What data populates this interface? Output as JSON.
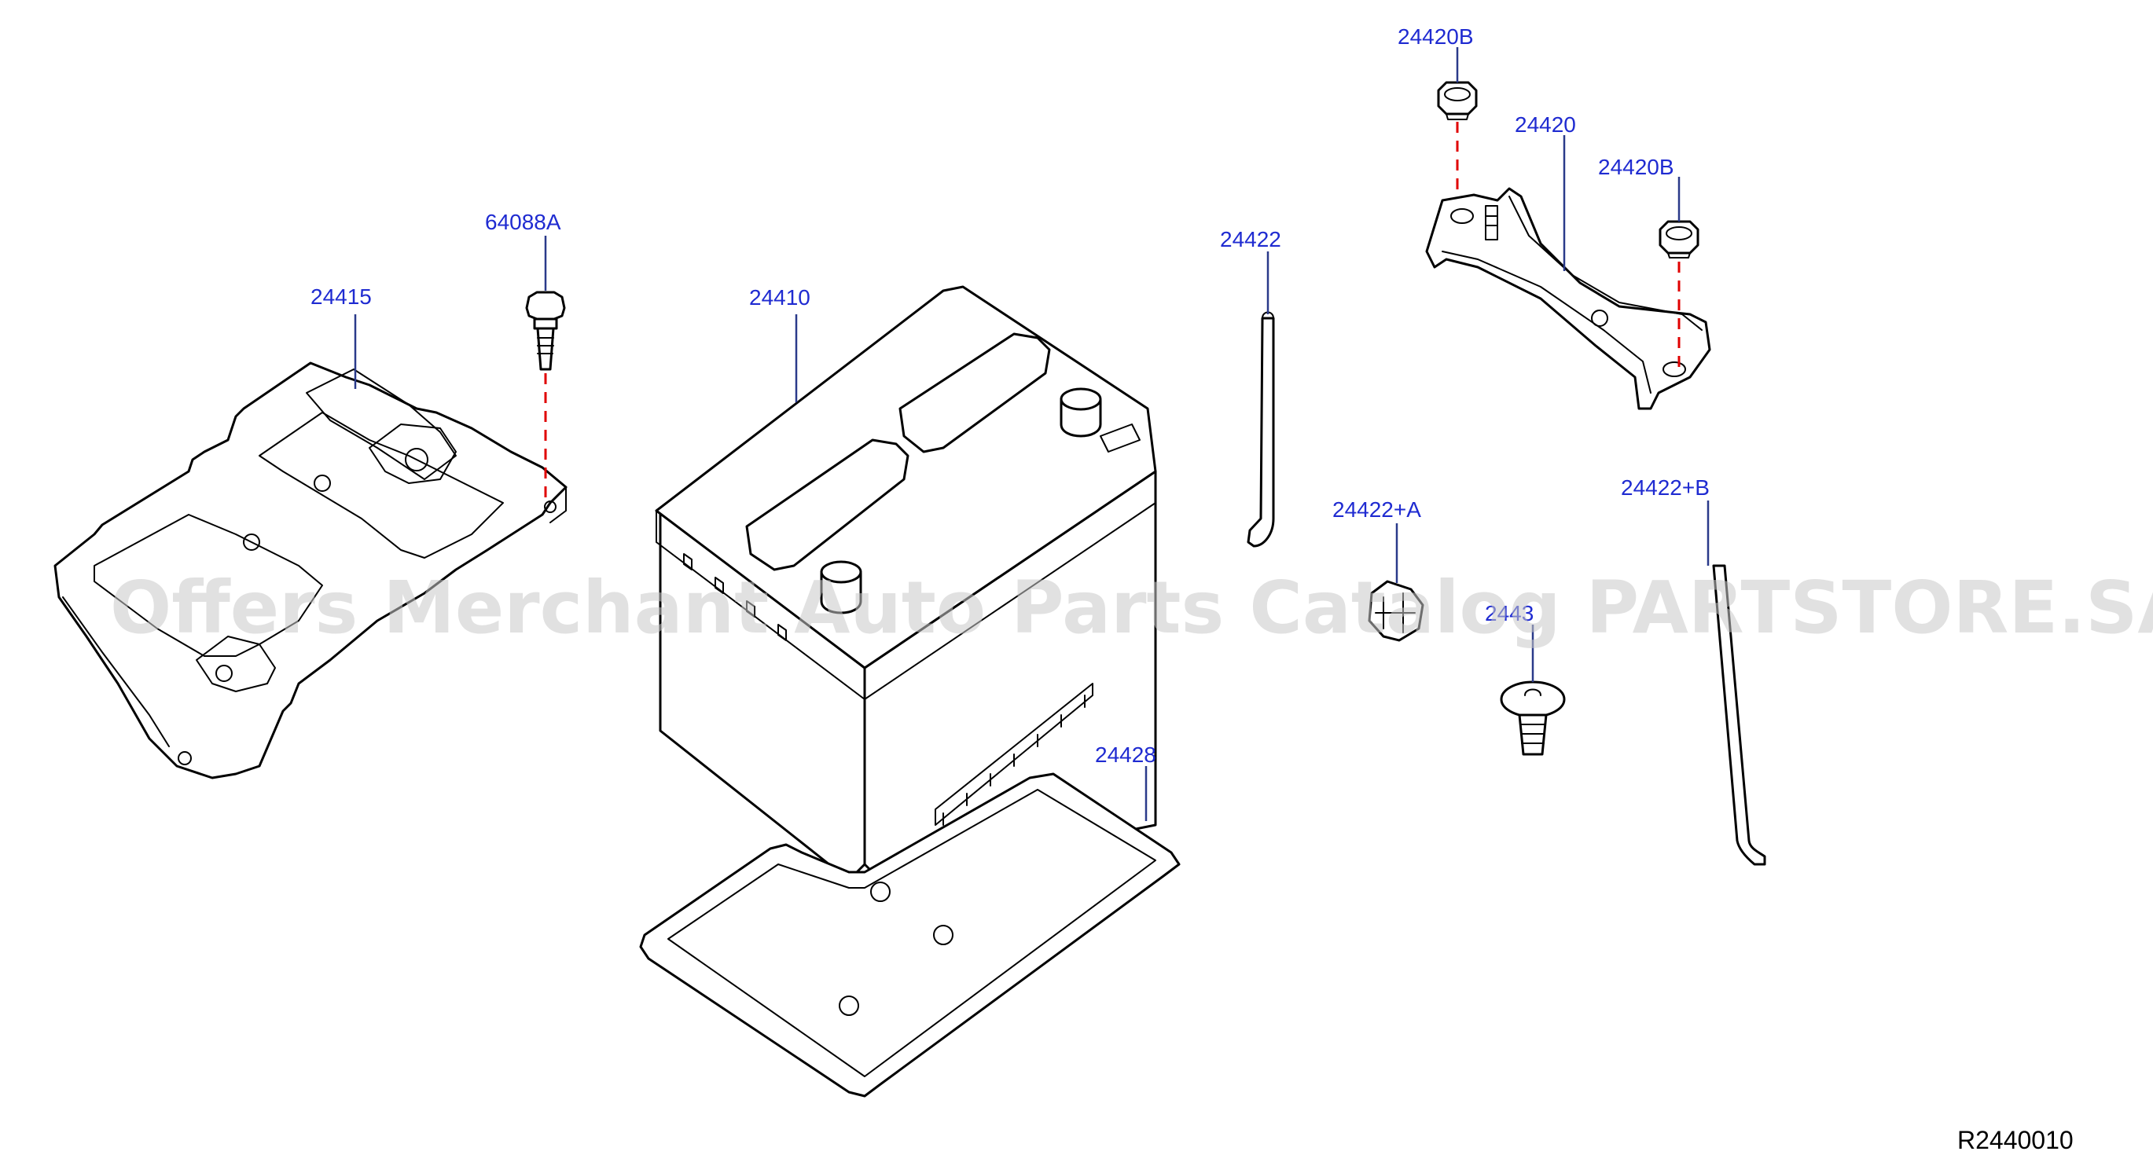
{
  "diagram": {
    "code": "R2440010",
    "watermark": "Offers Merchant Auto Parts Catalog PARTSTORE.SA"
  },
  "labels": {
    "p24415": "24415",
    "p64088A": "64088A",
    "p24410": "24410",
    "p24428": "24428",
    "p24422": "24422",
    "p24420B_top": "24420B",
    "p24420": "24420",
    "p24420B_right": "24420B",
    "p24422A": "24422+A",
    "p2443": "2443",
    "p24422B": "24422+B"
  },
  "colors": {
    "label": "#1f2bd1",
    "leader": "#2a3a8a",
    "dashed_guide": "#e00000",
    "watermark": "#c8c8c8"
  }
}
